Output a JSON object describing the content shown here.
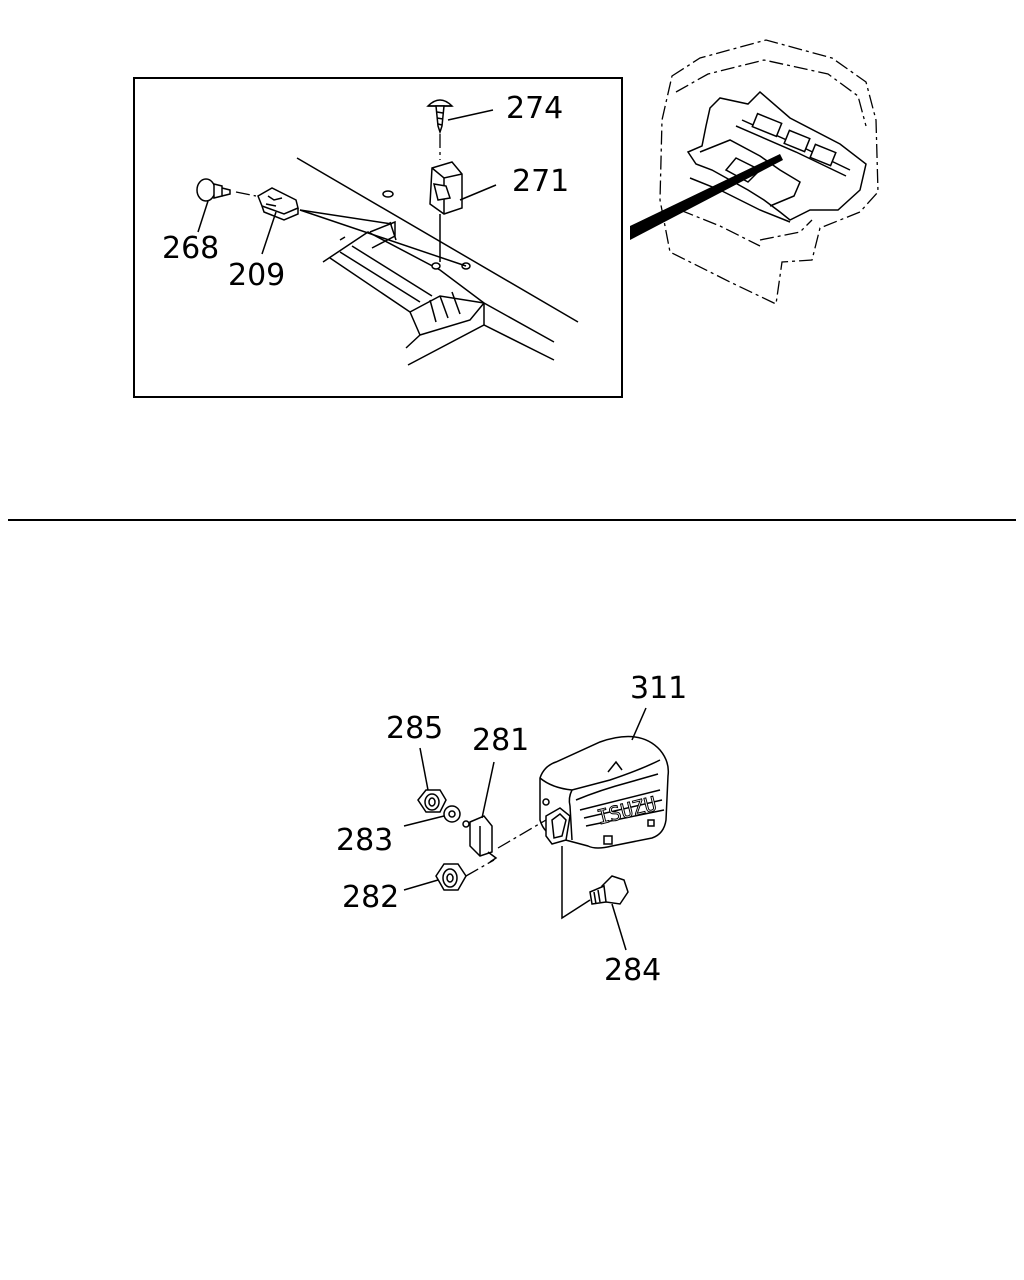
{
  "upper_diagram": {
    "labels": {
      "p274": "274",
      "p271": "271",
      "p268": "268",
      "p209": "209"
    }
  },
  "lower_diagram": {
    "labels": {
      "p311": "311",
      "p285": "285",
      "p281": "281",
      "p283": "283",
      "p282": "282",
      "p284": "284"
    },
    "cover_brand_text": "ISUZU"
  }
}
